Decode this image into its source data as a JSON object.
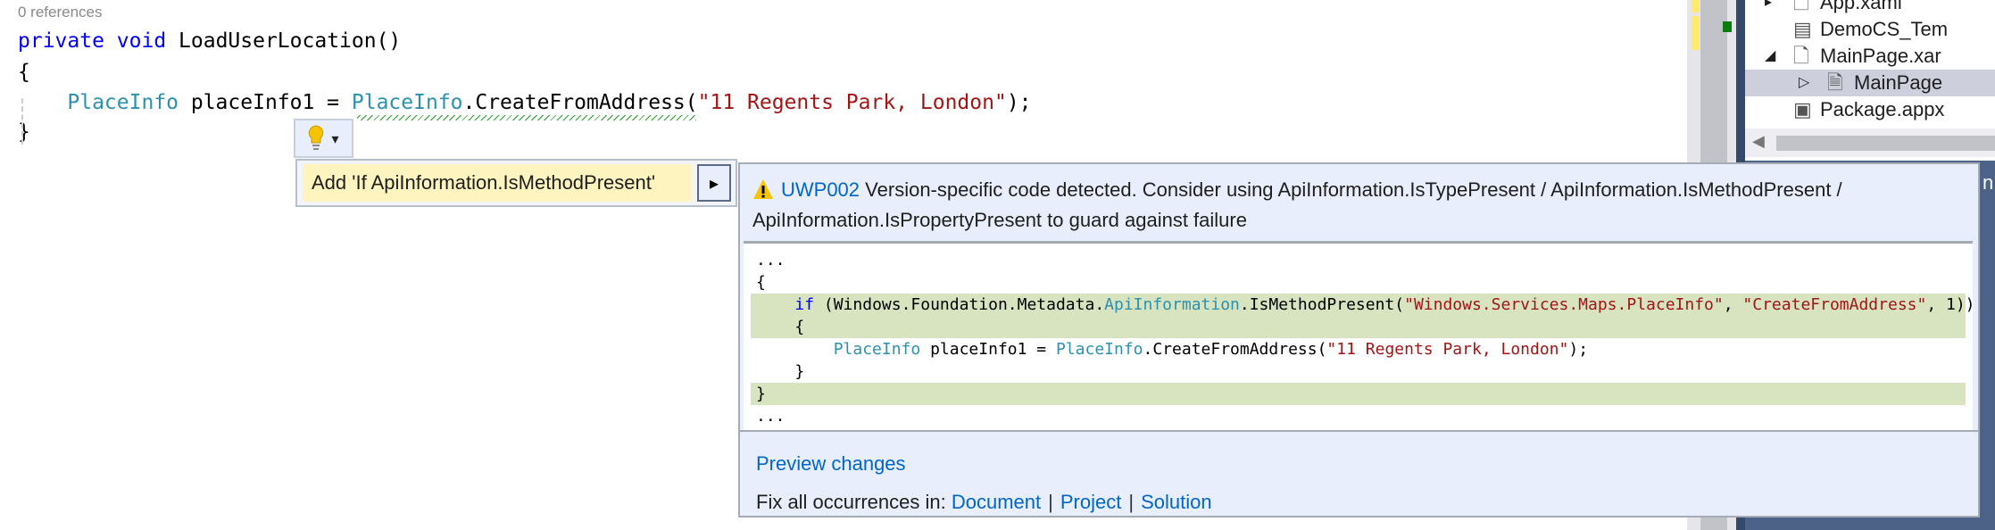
{
  "editor": {
    "codelens": "0 references",
    "lines": [
      [
        {
          "t": "private",
          "c": "kw"
        },
        {
          "t": " ",
          "c": "tx"
        },
        {
          "t": "void",
          "c": "kw"
        },
        {
          "t": " LoadUserLocation()",
          "c": "tx"
        }
      ],
      [
        {
          "t": "{",
          "c": "tx"
        }
      ],
      [
        {
          "t": "    ",
          "c": "tx"
        },
        {
          "t": "PlaceInfo",
          "c": "ty"
        },
        {
          "t": " placeInfo1 = ",
          "c": "tx"
        },
        {
          "t": "PlaceInfo",
          "c": "ty"
        },
        {
          "t": ".CreateFromAddress(",
          "c": "tx"
        },
        {
          "t": "\"11 Regents Park, London\"",
          "c": "str"
        },
        {
          "t": ");",
          "c": "tx"
        }
      ],
      [
        {
          "t": "}",
          "c": "tx"
        }
      ]
    ]
  },
  "lightbulb": {
    "icon": "lightbulb-icon",
    "dropdown": "▾"
  },
  "quick_actions": {
    "item": "Add 'If ApiInformation.IsMethodPresent'",
    "expand": "▸"
  },
  "preview": {
    "diagnostic_code": "UWP002",
    "message": "Version-specific code detected. Consider using ApiInformation.IsTypePresent / ApiInformation.IsMethodPresent / ApiInformation.IsPropertyPresent to guard against failure",
    "lines": [
      {
        "hl": false,
        "tokens": [
          {
            "t": "...",
            "c": "tx"
          }
        ]
      },
      {
        "hl": false,
        "tokens": [
          {
            "t": "{",
            "c": "tx"
          }
        ]
      },
      {
        "hl": true,
        "tokens": [
          {
            "t": "    ",
            "c": "tx"
          },
          {
            "t": "if",
            "c": "kw"
          },
          {
            "t": " (Windows.Foundation.Metadata.",
            "c": "tx"
          },
          {
            "t": "ApiInformation",
            "c": "ty"
          },
          {
            "t": ".IsMethodPresent(",
            "c": "tx"
          },
          {
            "t": "\"Windows.Services.Maps.PlaceInfo\"",
            "c": "str"
          },
          {
            "t": ", ",
            "c": "tx"
          },
          {
            "t": "\"CreateFromAddress\"",
            "c": "str"
          },
          {
            "t": ", 1))",
            "c": "tx"
          }
        ]
      },
      {
        "hl": true,
        "tokens": [
          {
            "t": "    {",
            "c": "tx"
          }
        ]
      },
      {
        "hl": false,
        "tokens": [
          {
            "t": "        ",
            "c": "tx"
          },
          {
            "t": "PlaceInfo",
            "c": "ty"
          },
          {
            "t": " placeInfo1 = ",
            "c": "tx"
          },
          {
            "t": "PlaceInfo",
            "c": "ty"
          },
          {
            "t": ".CreateFromAddress(",
            "c": "tx"
          },
          {
            "t": "\"11 Regents Park, London\"",
            "c": "str"
          },
          {
            "t": ");",
            "c": "tx"
          }
        ]
      },
      {
        "hl": false,
        "tokens": [
          {
            "t": "    }",
            "c": "tx"
          }
        ]
      },
      {
        "hl": true,
        "tokens": [
          {
            "t": "}",
            "c": "tx"
          }
        ]
      },
      {
        "hl": false,
        "tokens": [
          {
            "t": "...",
            "c": "tx"
          }
        ]
      }
    ],
    "preview_changes": "Preview changes",
    "fix_all_label": "Fix all occurrences in:",
    "fix_document": "Document",
    "fix_project": "Project",
    "fix_solution": "Solution",
    "separator": "|"
  },
  "solution_explorer": {
    "items": [
      {
        "label": "App.xaml",
        "icon": "xaml-file-icon",
        "indent": 1,
        "expander": "▸"
      },
      {
        "label": "DemoCS_Tem",
        "icon": "certificate-icon",
        "indent": 1,
        "expander": ""
      },
      {
        "label": "MainPage.xar",
        "icon": "xaml-file-icon",
        "indent": 1,
        "expander": "◢"
      },
      {
        "label": "MainPage",
        "icon": "code-file-icon",
        "indent": 2,
        "expander": "▷",
        "selected": true
      },
      {
        "label": "Package.appx",
        "icon": "manifest-icon",
        "indent": 1,
        "expander": ""
      }
    ],
    "tab_partial": "n"
  }
}
